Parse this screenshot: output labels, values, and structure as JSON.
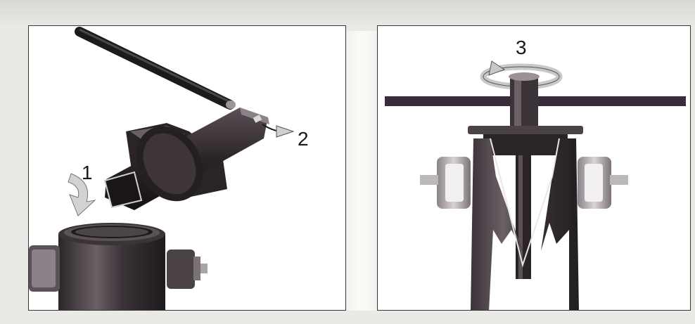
{
  "steps": {
    "one": "1",
    "two": "2",
    "three": "3"
  },
  "colors": {
    "metal_dark": "#2a2528",
    "metal_mid": "#4a4046",
    "metal_light": "#8a8288",
    "bar": "#3a2a3a",
    "arrow": "#cfcfcf"
  }
}
